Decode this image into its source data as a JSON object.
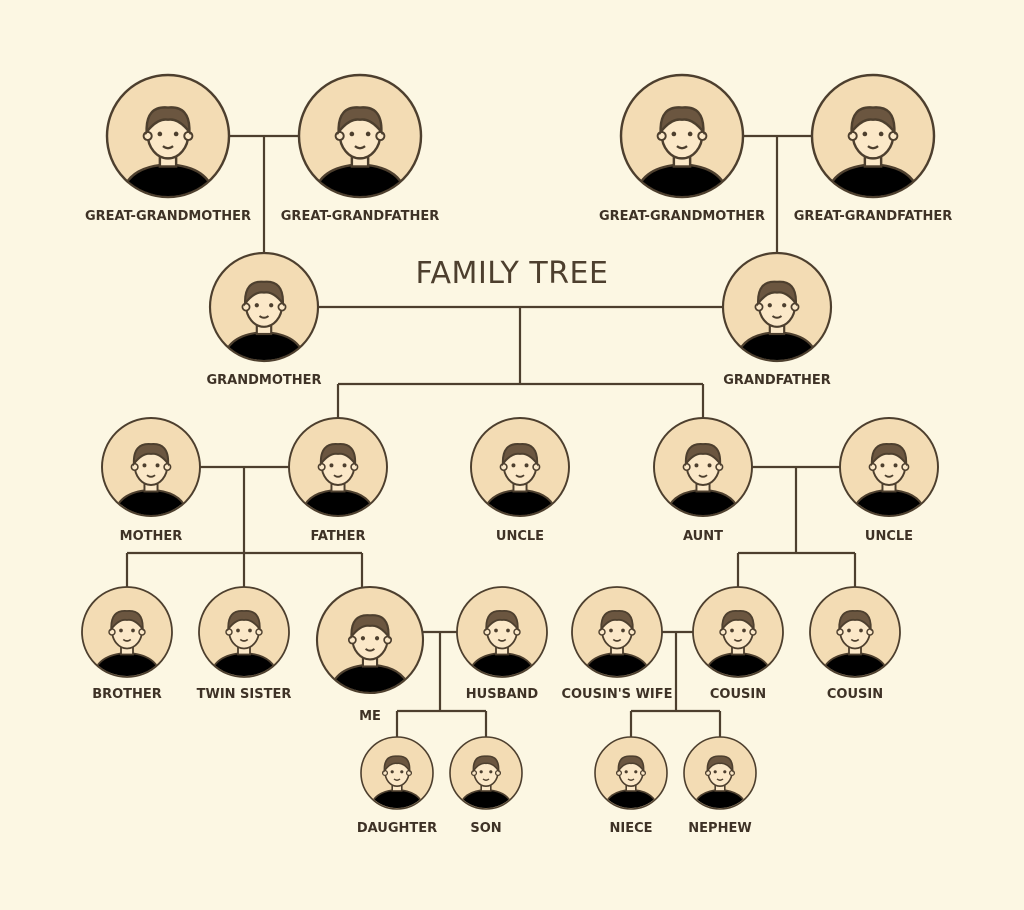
{
  "title": "FAMILY TREE",
  "palette": {
    "background": "#fcf7e3",
    "circle_fill": "#f3dcb4",
    "line": "#4d3f2e",
    "skin": "#fbe8c8",
    "hair": "#6b5640",
    "cloth": "#8c7356"
  },
  "members": [
    {
      "id": "ggm1",
      "label": "GREAT-GRANDMOTHER",
      "icon": "great-grandmother-avatar-icon"
    },
    {
      "id": "ggf1",
      "label": "GREAT-GRANDFATHER",
      "icon": "great-grandfather-avatar-icon"
    },
    {
      "id": "ggm2",
      "label": "GREAT-GRANDMOTHER",
      "icon": "great-grandmother-avatar-icon"
    },
    {
      "id": "ggf2",
      "label": "GREAT-GRANDFATHER",
      "icon": "great-grandfather-avatar-icon"
    },
    {
      "id": "grandmother",
      "label": "GRANDMOTHER",
      "icon": "grandmother-avatar-icon"
    },
    {
      "id": "grandfather",
      "label": "GRANDFATHER",
      "icon": "grandfather-avatar-icon"
    },
    {
      "id": "mother",
      "label": "MOTHER",
      "icon": "mother-avatar-icon"
    },
    {
      "id": "father",
      "label": "FATHER",
      "icon": "father-avatar-icon"
    },
    {
      "id": "uncle1",
      "label": "UNCLE",
      "icon": "uncle-avatar-icon"
    },
    {
      "id": "aunt",
      "label": "AUNT",
      "icon": "aunt-avatar-icon"
    },
    {
      "id": "uncle2",
      "label": "UNCLE",
      "icon": "uncle-avatar-icon"
    },
    {
      "id": "brother",
      "label": "BROTHER",
      "icon": "brother-avatar-icon"
    },
    {
      "id": "twin",
      "label": "TWIN SISTER",
      "icon": "twin-sister-avatar-icon"
    },
    {
      "id": "me",
      "label": "ME",
      "icon": "me-avatar-icon"
    },
    {
      "id": "husband",
      "label": "HUSBAND",
      "icon": "husband-avatar-icon"
    },
    {
      "id": "cwife",
      "label": "COUSIN'S WIFE",
      "icon": "cousins-wife-avatar-icon"
    },
    {
      "id": "cousin1",
      "label": "COUSIN",
      "icon": "cousin-avatar-icon"
    },
    {
      "id": "cousin2",
      "label": "COUSIN",
      "icon": "cousin-avatar-icon"
    },
    {
      "id": "daughter",
      "label": "DAUGHTER",
      "icon": "daughter-avatar-icon"
    },
    {
      "id": "son",
      "label": "SON",
      "icon": "son-avatar-icon"
    },
    {
      "id": "niece",
      "label": "NIECE",
      "icon": "niece-avatar-icon"
    },
    {
      "id": "nephew",
      "label": "NEPHEW",
      "icon": "nephew-avatar-icon"
    }
  ]
}
